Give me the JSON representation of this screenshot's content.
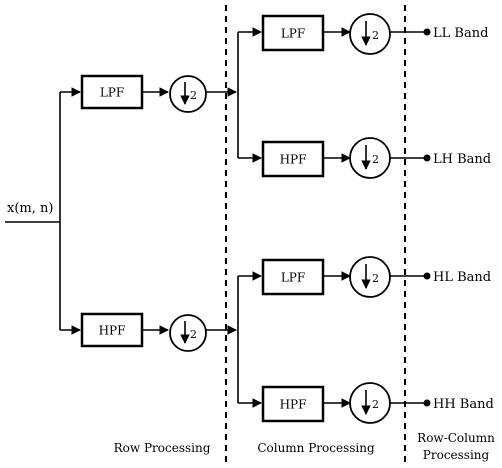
{
  "input_label": "x(m, n)",
  "filters": {
    "row_lpf": "LPF",
    "row_hpf": "HPF",
    "col_lpf_top": "LPF",
    "col_hpf_top": "HPF",
    "col_lpf_bottom": "LPF",
    "col_hpf_bottom": "HPF"
  },
  "downsample_factor": "2",
  "outputs": {
    "ll": "LL Band",
    "lh": "LH Band",
    "hl": "HL Band",
    "hh": "HH Band"
  },
  "sections": {
    "row": "Row Processing",
    "column": "Column Processing",
    "row_column_line1": "Row-Column",
    "row_column_line2": "Processing"
  }
}
